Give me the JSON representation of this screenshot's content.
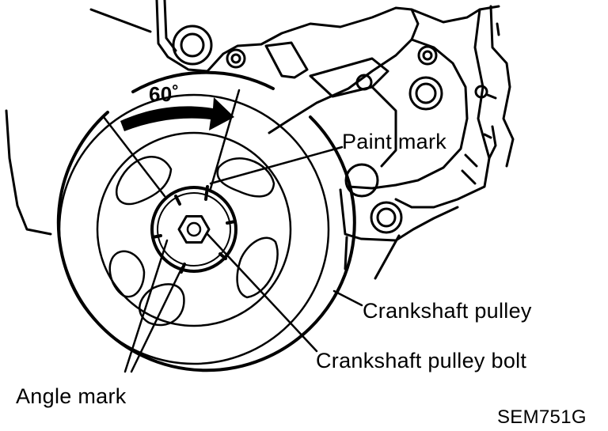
{
  "labels": {
    "angle_value": "60˚",
    "paint_mark": "Paint mark",
    "crankshaft_pulley": "Crankshaft pulley",
    "crankshaft_pulley_bolt": "Crankshaft pulley bolt",
    "angle_mark": "Angle mark",
    "figure_code": "SEM751G"
  },
  "colors": {
    "ink": "#000000",
    "paper": "#ffffff"
  }
}
